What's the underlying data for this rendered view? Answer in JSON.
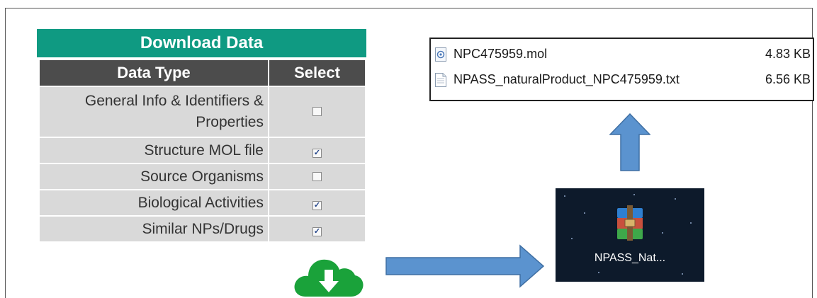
{
  "download_panel": {
    "title": "Download Data",
    "columns": [
      "Data Type",
      "Select"
    ],
    "rows": [
      {
        "label_lines": [
          "General Info & Identifiers &",
          "Properties"
        ],
        "checked": false
      },
      {
        "label_lines": [
          "Structure MOL file"
        ],
        "checked": true
      },
      {
        "label_lines": [
          "Source Organisms"
        ],
        "checked": false
      },
      {
        "label_lines": [
          "Biological Activities"
        ],
        "checked": true
      },
      {
        "label_lines": [
          "Similar NPs/Drugs"
        ],
        "checked": true
      }
    ],
    "download_icon": "cloud-download-icon"
  },
  "files": [
    {
      "name": "NPC475959.mol",
      "size": "4.83 KB",
      "icon": "mol-file-icon"
    },
    {
      "name": "NPASS_naturalProduct_NPC475959.txt",
      "size": "6.56 KB",
      "icon": "text-file-icon"
    }
  ],
  "archive": {
    "label": "NPASS_Nat...",
    "icon": "winrar-archive-icon"
  },
  "colors": {
    "title_bg": "#0f9a82",
    "header_bg": "#4c4c4c",
    "cell_bg": "#d9d9d9",
    "cloud": "#1aa23a",
    "arrow": "#5b93cf",
    "tile_bg": "#0d1a2b"
  }
}
